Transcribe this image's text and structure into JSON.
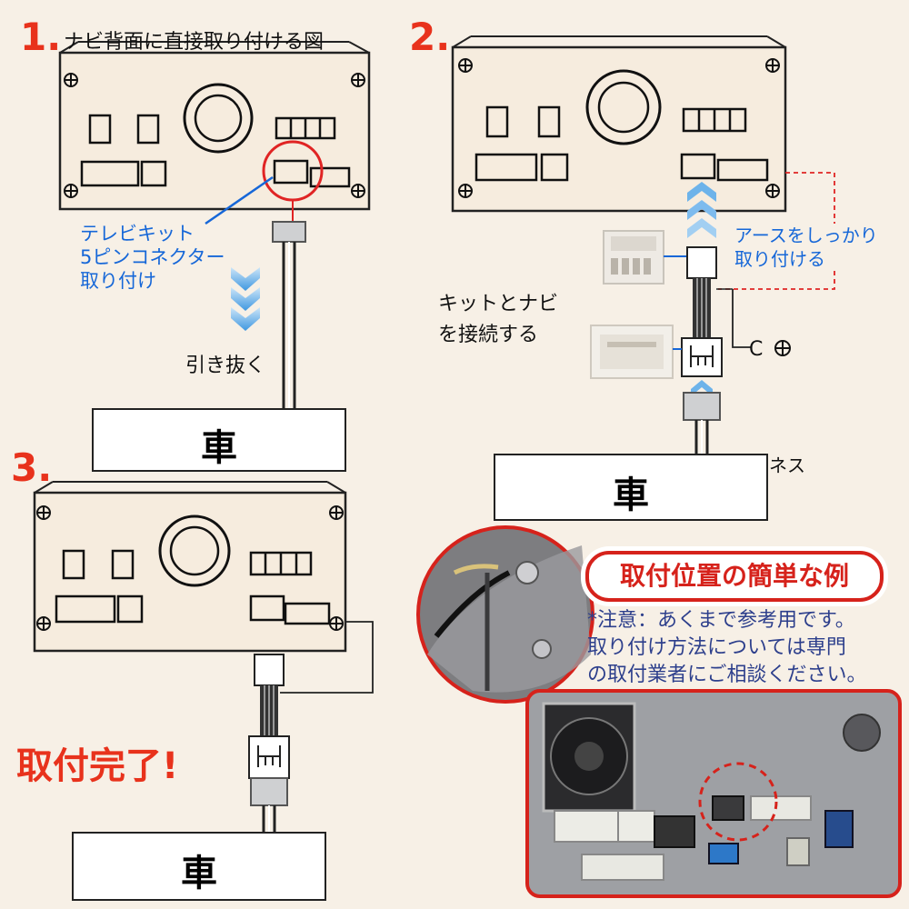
{
  "steps": [
    {
      "number": "1.",
      "title": "ナビ背面に直接取り付ける図",
      "callout": [
        "テレビキット",
        "5ピンコネクター",
        "取り付け"
      ],
      "action": "引き抜く",
      "car": "車"
    },
    {
      "number": "2.",
      "note_ground": [
        "アースをしっかり",
        "取り付ける"
      ],
      "note_connect": [
        "キットとナビ",
        "を接続する"
      ],
      "car": "車",
      "harness_fragment": "ネス"
    },
    {
      "number": "3.",
      "car": "車",
      "complete": "取付完了!"
    }
  ],
  "example": {
    "title": "取付位置の簡単な例",
    "note_lines": [
      "*注意：あくまで参考用です。",
      "取り付け方法については専門",
      "の取付業者にご相談ください。"
    ]
  },
  "colors": {
    "accent_red": "#e8321c",
    "callout_blue": "#1667d8",
    "arrow_blue": "#5aa9e6",
    "background": "#f7f0e6"
  }
}
